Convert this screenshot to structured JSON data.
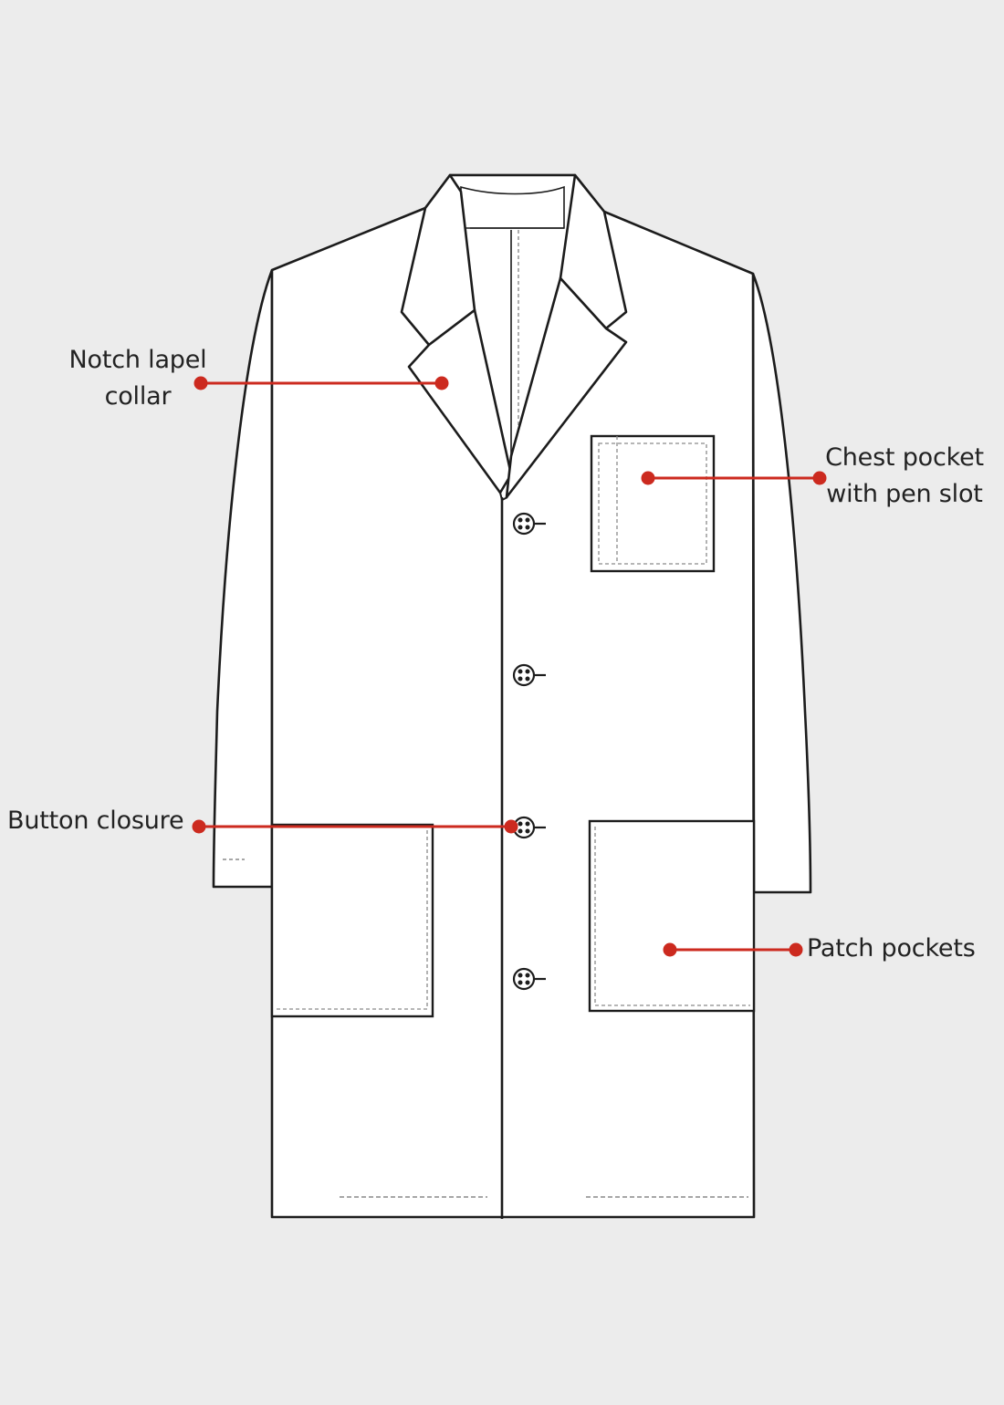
{
  "diagram": {
    "colors": {
      "background": "#ececec",
      "outline": "#1c1c1c",
      "stitching": "#8a8a8a",
      "callout": "#cc2a1f",
      "label_text": "#222222"
    },
    "callouts": [
      {
        "id": "notch-lapel-collar",
        "lines": [
          "Notch lapel",
          "collar"
        ]
      },
      {
        "id": "chest-pocket",
        "lines": [
          "Chest pocket",
          "with pen slot"
        ]
      },
      {
        "id": "button-closure",
        "lines": [
          "Button closure"
        ]
      },
      {
        "id": "patch-pockets",
        "lines": [
          "Patch pockets"
        ]
      }
    ]
  }
}
